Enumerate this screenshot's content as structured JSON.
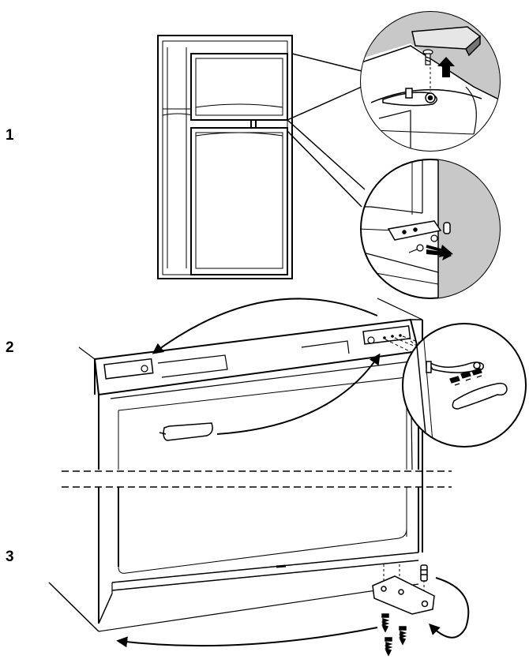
{
  "steps": [
    {
      "label": "1"
    },
    {
      "label": "2"
    },
    {
      "label": "3"
    }
  ],
  "colors": {
    "line": "#000000",
    "zoom_background": "#c8c8c8",
    "paper": "#ffffff"
  },
  "icons": [
    "up-arrow-icon",
    "pull-arrow-icon",
    "curved-arrow-icon",
    "screw-icon",
    "pin-icon",
    "hinge-bracket-icon",
    "hinge-cover-icon"
  ]
}
